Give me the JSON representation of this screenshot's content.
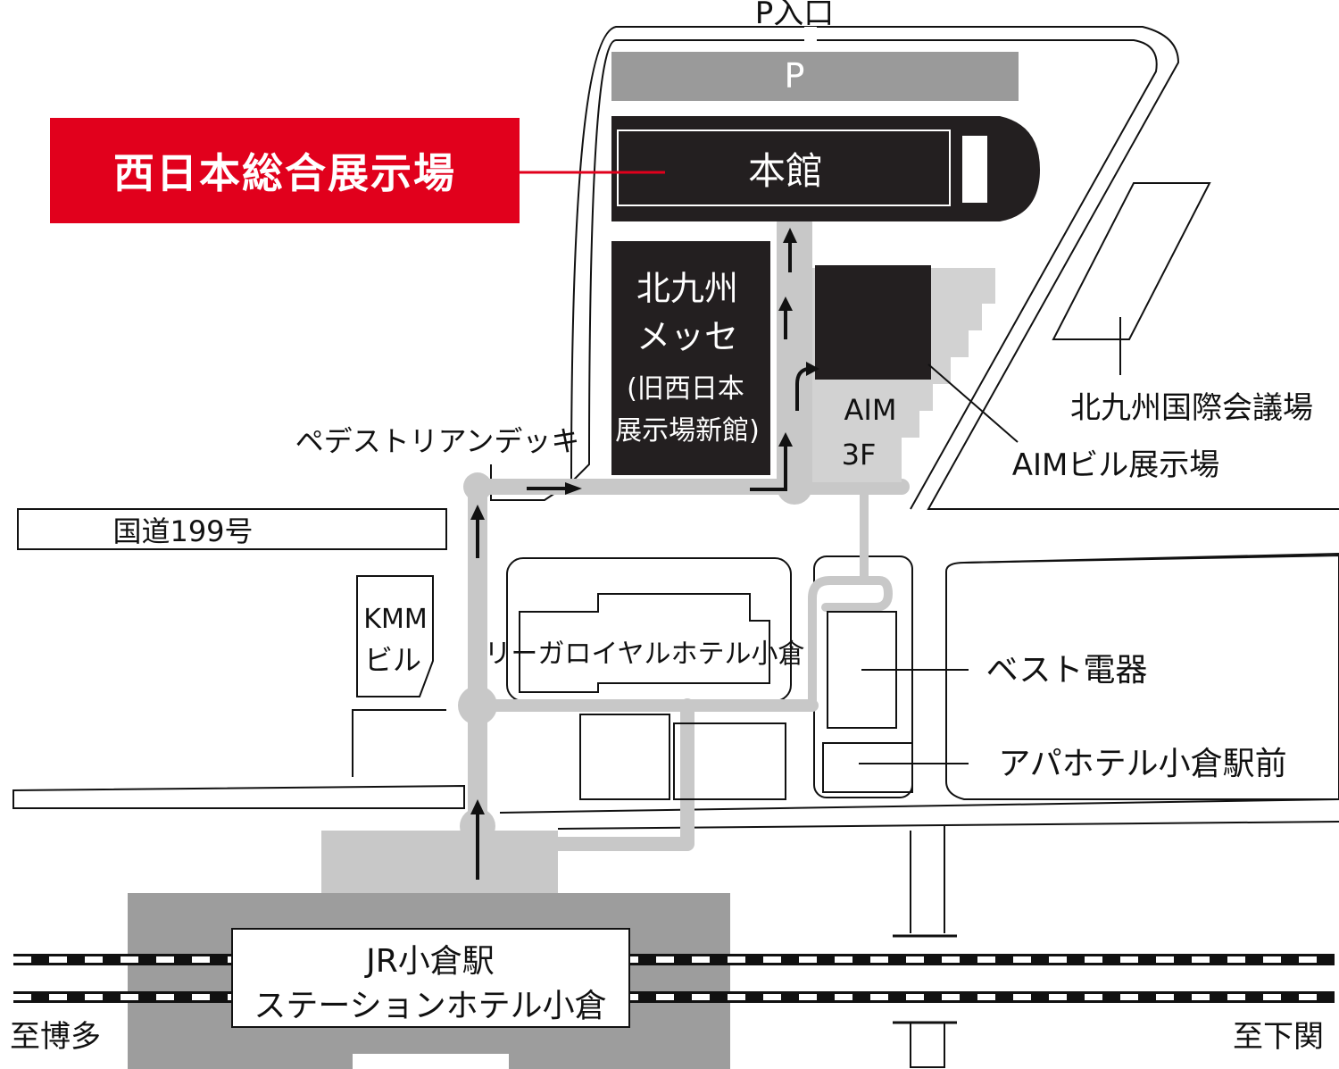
{
  "title": "西日本総合展示場",
  "labels": {
    "parking_entrance": "P入口",
    "parking": "P",
    "main_hall": "本館",
    "messe_line1": "北九州",
    "messe_line2": "メッセ",
    "messe_line3": "(旧西日本",
    "messe_line4": "展示場新館)",
    "aim_line1": "AIM",
    "aim_line2": "3F",
    "aim_building": "AIMビル展示場",
    "convention": "北九州国際会議場",
    "deck": "ペデストリアンデッキ",
    "route": "国道199号",
    "kmm_line1": "KMM",
    "kmm_line2": "ビル",
    "hotel": "リーガロイヤルホテル小倉",
    "bic": "ベスト電器",
    "apa": "アパホテル小倉駅前",
    "station_line1": "JR小倉駅",
    "station_line2": "ステーションホテル小倉",
    "to_hakata": "至博多",
    "to_shimonoseki": "至下関"
  },
  "colors": {
    "title_bg": "#e1001c",
    "building_dark": "#231f20",
    "parking_gray": "#9a9a9a",
    "path_gray": "#c8c8c8",
    "station_gray": "#9d9d9d"
  }
}
